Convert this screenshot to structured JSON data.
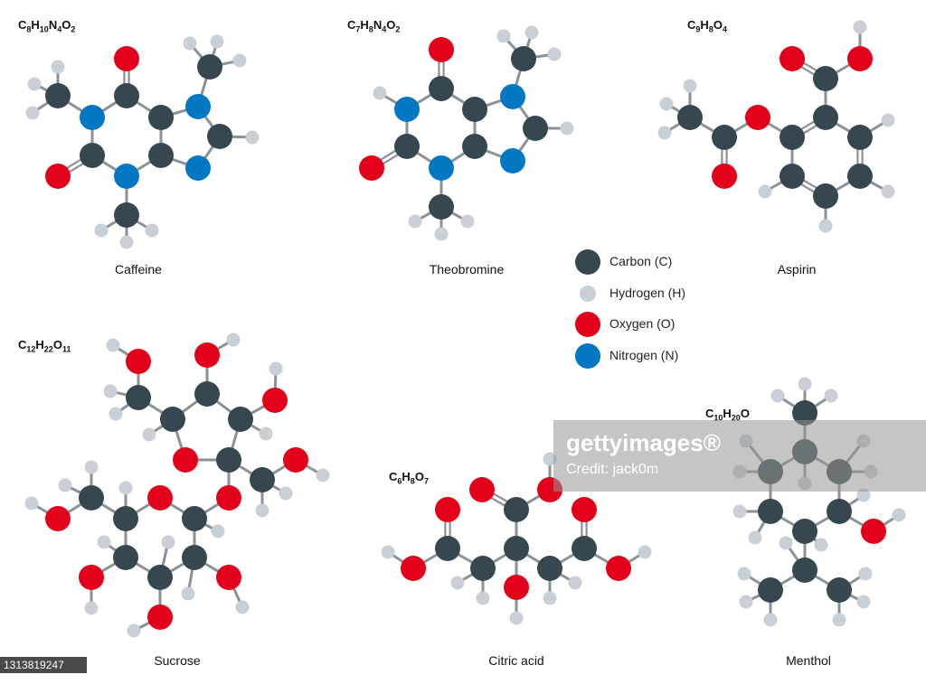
{
  "colors": {
    "carbon": "#37474f",
    "hydrogen": "#c8cfd6",
    "oxygen": "#e3001b",
    "nitrogen": "#0277c4",
    "bond": "#8a9197"
  },
  "molecules": [
    {
      "id": "caffeine",
      "name": "Caffeine",
      "formula": [
        [
          "C",
          "8"
        ],
        [
          "H",
          "10"
        ],
        [
          "N",
          "4"
        ],
        [
          "O",
          "2"
        ]
      ]
    },
    {
      "id": "theobromine",
      "name": "Theobromine",
      "formula": [
        [
          "C",
          "7"
        ],
        [
          "H",
          "8"
        ],
        [
          "N",
          "4"
        ],
        [
          "O",
          "2"
        ]
      ]
    },
    {
      "id": "aspirin",
      "name": "Aspirin",
      "formula": [
        [
          "C",
          "9"
        ],
        [
          "H",
          "8"
        ],
        [
          "O",
          "4"
        ]
      ]
    },
    {
      "id": "sucrose",
      "name": "Sucrose",
      "formula": [
        [
          "C",
          "12"
        ],
        [
          "H",
          "22"
        ],
        [
          "O",
          "11"
        ]
      ]
    },
    {
      "id": "citric",
      "name": "Citric acid",
      "formula": [
        [
          "C",
          "6"
        ],
        [
          "H",
          "8"
        ],
        [
          "O",
          "7"
        ]
      ]
    },
    {
      "id": "menthol",
      "name": "Menthol",
      "formula": [
        [
          "C",
          "10"
        ],
        [
          "H",
          "20"
        ],
        [
          "O",
          ""
        ]
      ]
    }
  ],
  "legend": [
    {
      "element": "carbon",
      "label": "Carbon (C)"
    },
    {
      "element": "hydrogen",
      "label": "Hydrogen (H)"
    },
    {
      "element": "oxygen",
      "label": "Oxygen (O)"
    },
    {
      "element": "nitrogen",
      "label": "Nitrogen (N)"
    }
  ],
  "watermark": {
    "brand": "gettyimages®",
    "credit": "Credit: jack0m"
  },
  "stock_id": "1313819247"
}
